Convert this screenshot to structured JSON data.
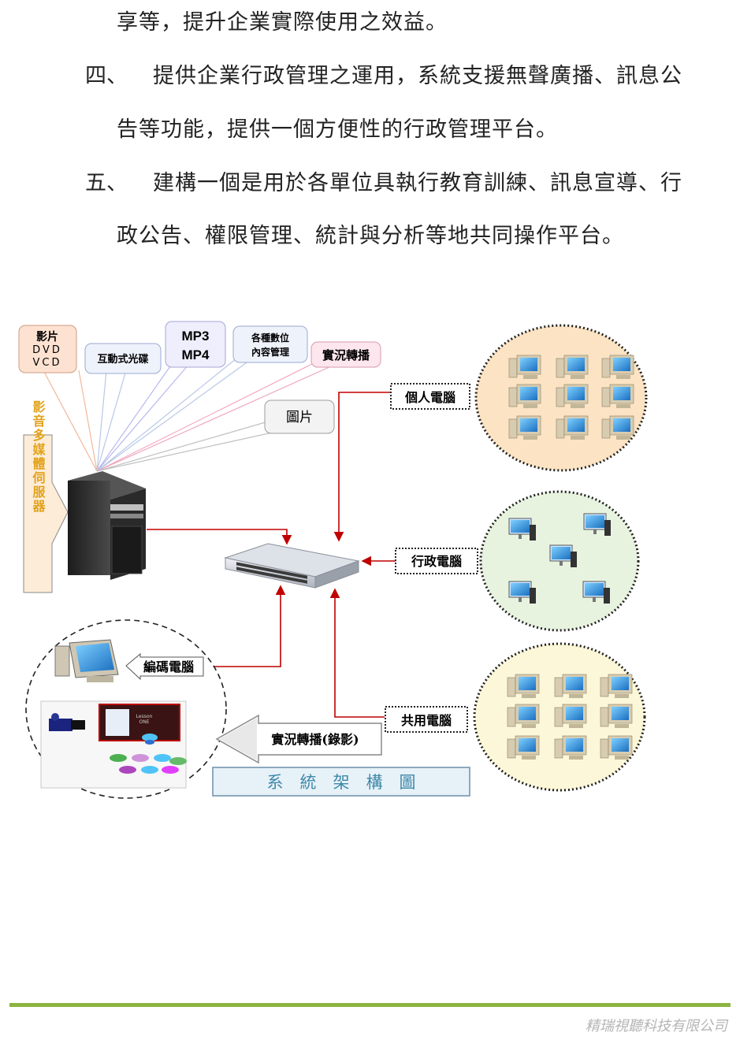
{
  "paragraphs": [
    {
      "num": "",
      "lines": [
        "享等，提升企業實際使用之效益。"
      ]
    },
    {
      "num": "四、",
      "lines": [
        "提供企業行政管理之運用，系統支援無聲廣播、訊息公",
        "告等功能，提供一個方便性的行政管理平台。"
      ]
    },
    {
      "num": "五、",
      "lines": [
        "建構一個是用於各單位具執行教育訓練、訊息宣導、行",
        "政公告、權限管理、統計與分析等地共同操作平台。"
      ]
    }
  ],
  "diagram": {
    "callouts": {
      "c1_line1": "影片",
      "c1_line2": "DVD",
      "c1_line3": "VCD",
      "c2": "互動式光碟",
      "c3_line1": "MP3",
      "c3_line2": "MP4",
      "c4_line1": "各種數位",
      "c4_line2": "內容管理",
      "c5": "實況轉播",
      "c6": "圖片"
    },
    "server_label": "影音多媒體伺服器",
    "personal_pc": "個人電腦",
    "admin_pc": "行政電腦",
    "shared_pc": "共用電腦",
    "encoder_pc": "編碼電腦",
    "live_record": "實況轉播(錄影)",
    "lesson_text_1": "Lesson",
    "lesson_text_2": "ONE",
    "title": "系　統　架　構　圖"
  },
  "footer": {
    "company": "精瑞視聽科技有限公司"
  },
  "colors": {
    "footer_line": "#8cb43f",
    "personal_cloud": "#fbe3c3",
    "admin_cloud": "#e8f3df",
    "shared_cloud": "#fdf7d9",
    "arrow": "#c00000"
  }
}
